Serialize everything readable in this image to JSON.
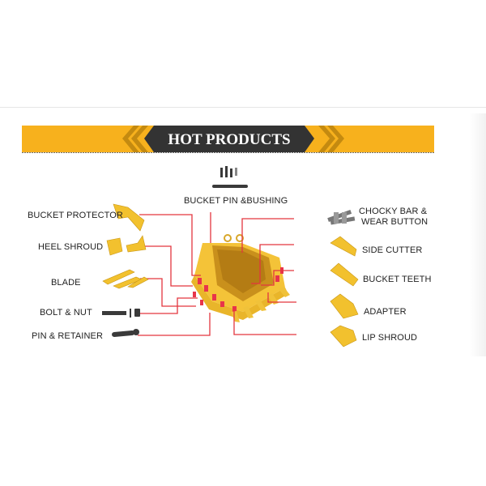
{
  "banner": {
    "title": "HOT PRODUCTS",
    "colors": {
      "band": "#f7b11d",
      "center": "#333333",
      "line": "#e3363f"
    }
  },
  "parts": {
    "bucket_pin_bushing": "BUCKET PIN &BUSHING",
    "bucket_protector": "BUCKET PROTECTOR",
    "heel_shroud": "HEEL SHROUD",
    "blade": "BLADE",
    "bolt_nut": "BOLT & NUT",
    "pin_retainer": "PIN & RETAINER",
    "chocky_bar_line1": "CHOCKY BAR &",
    "chocky_bar_line2": "WEAR BUTTON",
    "side_cutter": "SIDE CUTTER",
    "bucket_teeth": "BUCKET TEETH",
    "adapter": "ADAPTER",
    "lip_shroud": "LIP SHROUD"
  }
}
